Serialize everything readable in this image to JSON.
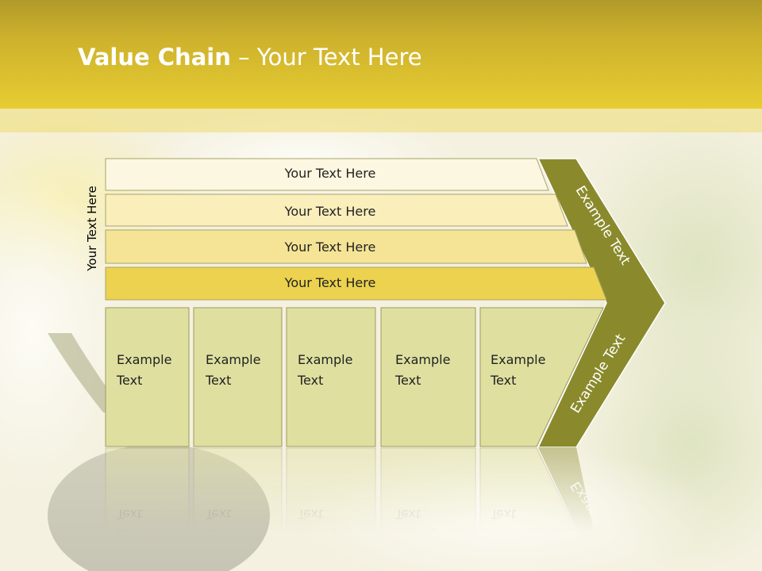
{
  "slide": {
    "title_bold": "Value Chain",
    "title_rest": " – Your Text Here",
    "side_label": "Your Text Here"
  },
  "rows": [
    {
      "label": "Your Text Here",
      "fill": "#fcf7e0"
    },
    {
      "label": "Your Text Here",
      "fill": "#faeebb"
    },
    {
      "label": "Your Text Here",
      "fill": "#f5e496"
    },
    {
      "label": "Your Text Here",
      "fill": "#ecd24e"
    }
  ],
  "columns": [
    {
      "line1": "Example",
      "line2": "Text"
    },
    {
      "line1": "Example",
      "line2": "Text"
    },
    {
      "line1": "Example",
      "line2": "Text"
    },
    {
      "line1": "Example",
      "line2": "Text"
    },
    {
      "line1": "Example",
      "line2": "Text"
    }
  ],
  "arrow": {
    "upper_text": "Example Text",
    "lower_text": "Example Text",
    "fill": "#8a8a2c"
  },
  "colors": {
    "header": "#e7cd32",
    "column_fill": "#dfe0a0",
    "column_stroke": "#9c9a60"
  }
}
